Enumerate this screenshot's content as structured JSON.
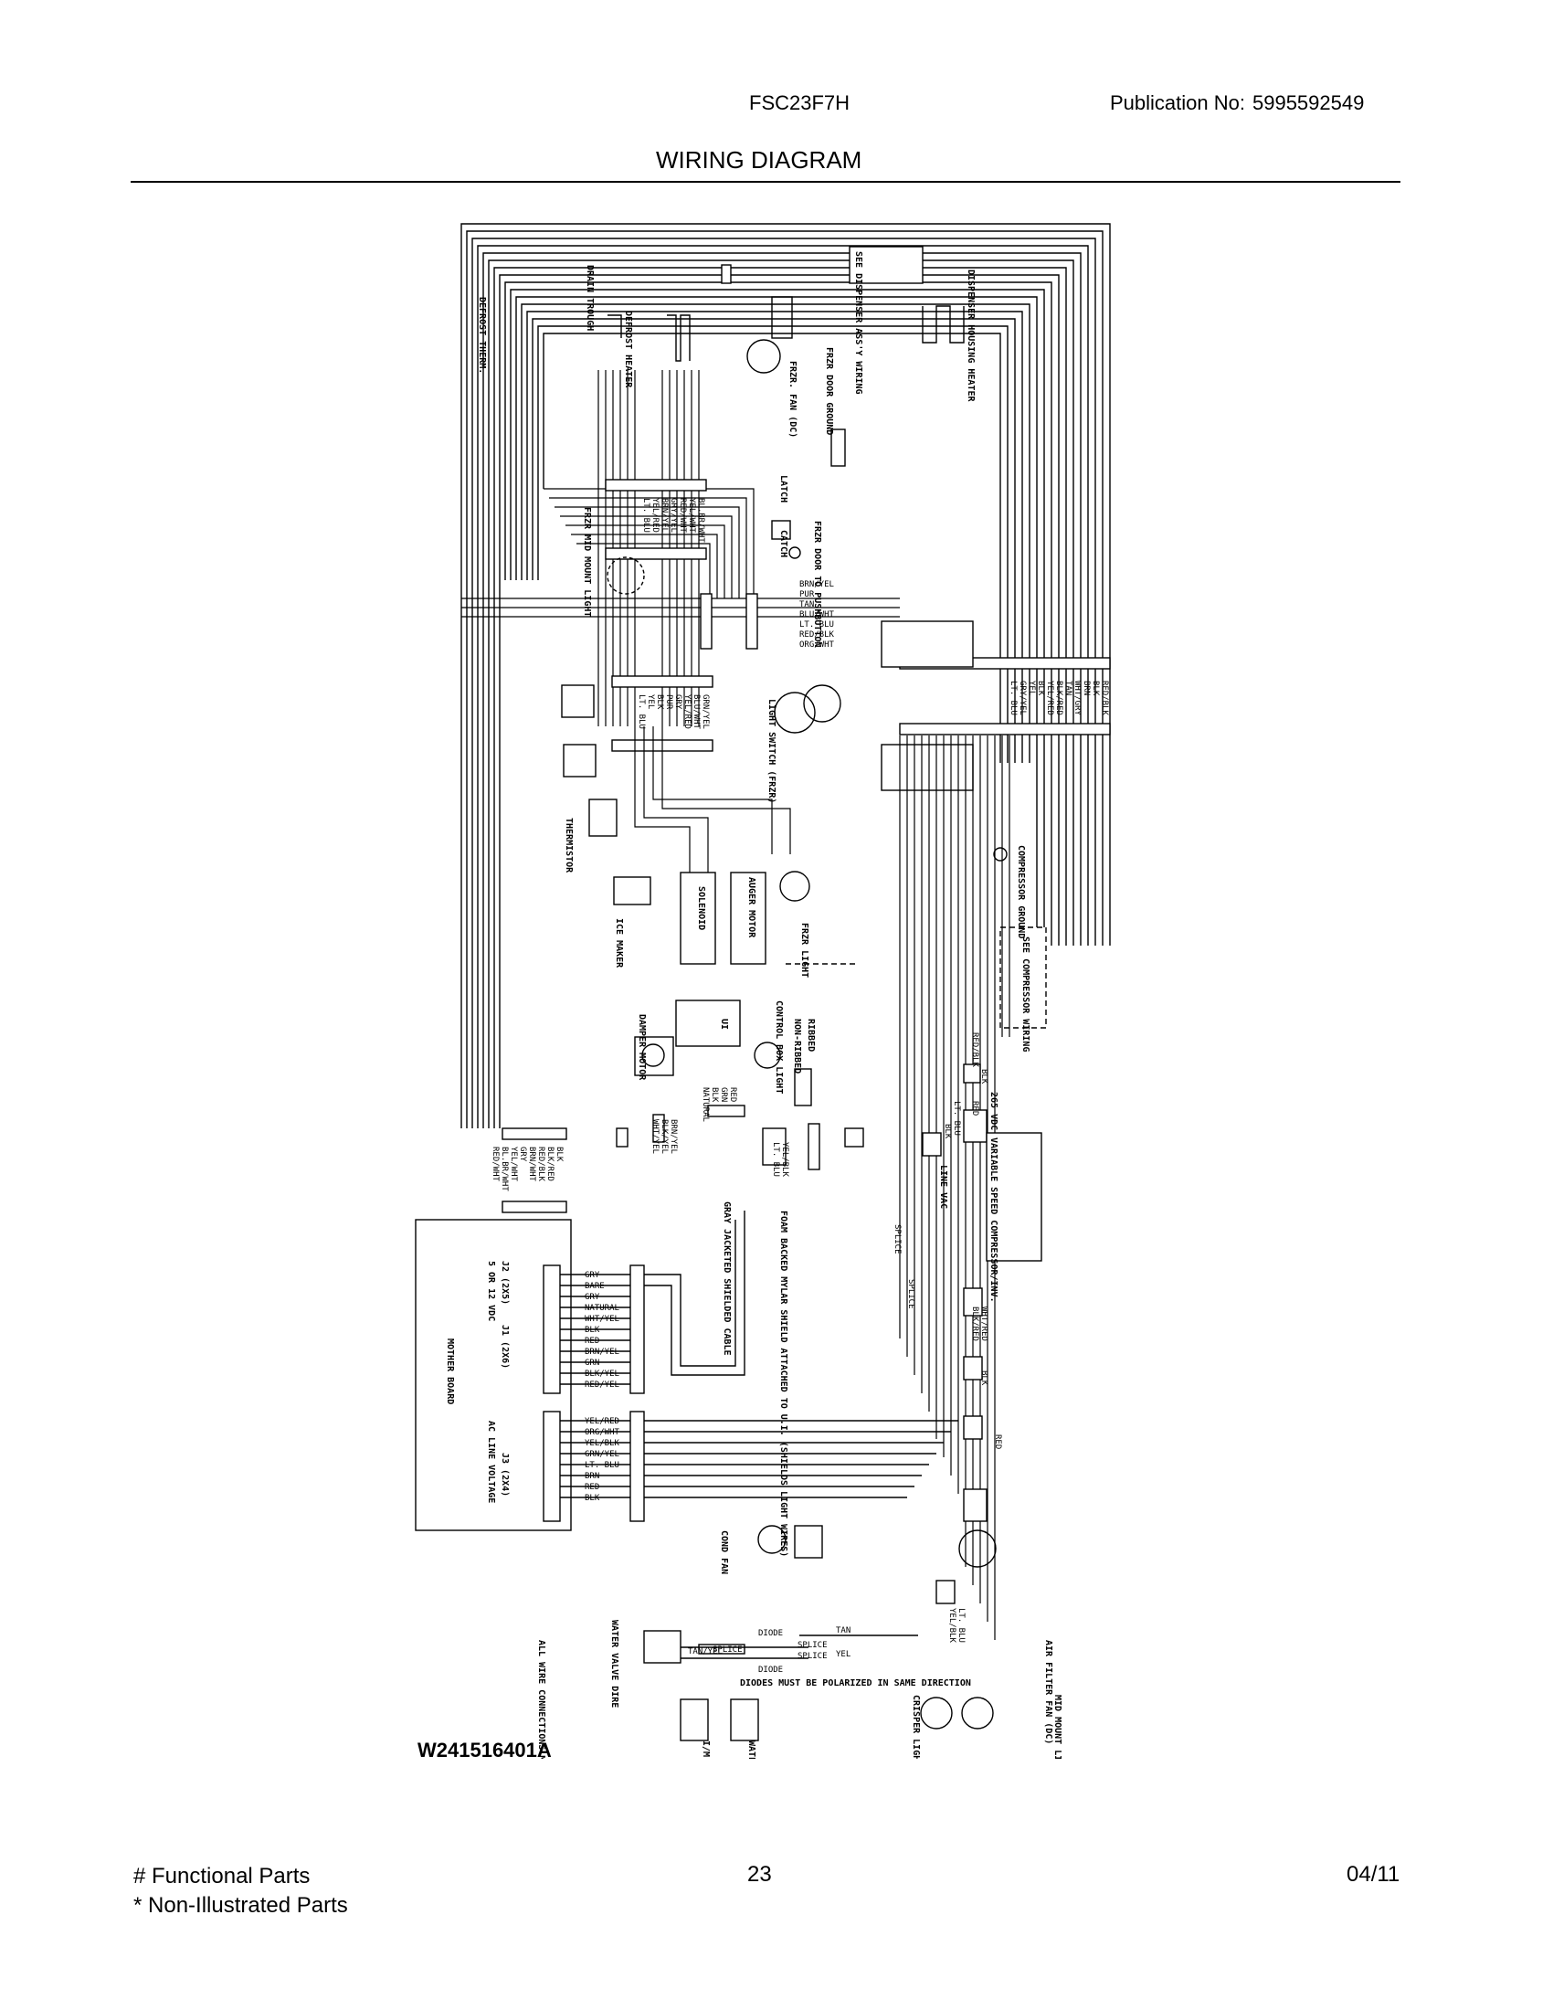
{
  "header": {
    "model": "FSC23F7H",
    "publication_label": "Publication No:",
    "publication_number": "5995592549",
    "title": "WIRING DIAGRAM"
  },
  "diagram": {
    "drawing_number": "W241516401A",
    "components": {
      "defrost_therm": "DEFROST THERM.",
      "drain_trough": "DRAIN TROUGH",
      "defrost_heater": "DEFROST HEATER",
      "frzr_fan": "FRZR. FAN (DC)",
      "dispenser_ref": "SEE DISPENSER ASS'Y WIRING",
      "dispenser_heater": "DISPENSER HOUSING HEATER",
      "frzr_door_ground": "FRZR DOOR GROUND",
      "frzr_mid_mount_light": "FRZR MID MOUNT LIGHT",
      "latch": "LATCH",
      "catch": "CATCH",
      "frzr_door_to_pushbutton": "FRZR DOOR TO PUSHBUTTON",
      "light_switch": "LIGHT SWITCH (FRZR)",
      "thermistor": "THERMISTOR",
      "ice_maker": "ICE MAKER",
      "solenoid": "SOLENOID",
      "auger_motor": "AUGER MOTOR",
      "frzr_light": "FRZR LIGHT",
      "compressor_ground": "COMPRESSOR GROUND",
      "compressor_ref": "SEE COMPRESSOR WIRING",
      "damper_motor": "DAMPER MOTOR",
      "ui": "UI",
      "control_box_light": "CONTROL BOX LIGHT",
      "non_ribbed": "NON-RIBBED",
      "ribbed": "RIBBED",
      "shield_note": "FOAM BACKED MYLAR SHIELD ATTACHED TO U.I. (SHIELDS LIGHT WIRES)",
      "gray_jacketed": "GRAY JACKETED SHIELDED CABLE",
      "variable_speed": "VARIABLE SPEED COMPRESSOR/INV.",
      "line_vac": "LINE VAC",
      "vdc_265": "265 VDC",
      "mother_board": "MOTHER BOARD",
      "j2_label": "J2 (2X5)",
      "j1_label": "J1 (2X6)",
      "j2_note": "5 OR 12 VDC",
      "j3_label": "J3 (2X4)",
      "ac_line": "AC LINE VOLTAGE",
      "cond_fan": "COND FAN",
      "water_valve_dire": "WATER VALVE DIRE",
      "diode": "DIODE",
      "diodes_note": "DIODES MUST BE POLARIZED IN SAME DIRECTION",
      "ih_valve": "I/M VALVE",
      "water_dispenser_valve": "WATER DISPENSER VALVE TWO",
      "air_filter_fan": "AIR FILTER FAN (DC)",
      "crisper_light": "CRISPER LIGHT",
      "mid_mount_light": "MID MOUNT LIGHT",
      "all_wire_note": "ALL WIRE CONNECTIONS MARKED BY A SYMBOL",
      "splice": "SPLICE"
    },
    "wire_colors_right_harness": [
      "RED/BLK",
      "BLK",
      "BRN",
      "WHT/GRY",
      "TAN",
      "BLK/RED",
      "YEL/RED",
      "BLK",
      "YEL",
      "GRY/YEL",
      "LT. BLU"
    ],
    "wire_colors_mid_harness": [
      "BRN/YEL",
      "PUR",
      "TAN",
      "BLU/WHT",
      "LT. BLU",
      "RED/BLK",
      "ORG/WHT"
    ],
    "wire_colors_upper_connector": [
      "BL.BR/WHT",
      "YEL/WHT",
      "RED/WHT",
      "GRY/YEL",
      "BRN/YEL",
      "YEL/RED",
      "LT. BLU"
    ],
    "wire_colors_lower_connector": [
      "GRN/YEL",
      "BLU/WHT",
      "YEL/RED",
      "GRY",
      "PUR",
      "BLK",
      "YEL",
      "LT. BLU"
    ],
    "wire_colors_left_harness": [
      "BLK",
      "BLK/RED",
      "RED/BLK",
      "BRN/WHT",
      "GRY",
      "YEL/WHT",
      "BL.BR/WHT",
      "RED/WHT"
    ],
    "wire_colors_j1": [
      "GRY",
      "BARE",
      "GRY",
      "NATURAL",
      "WHT/YEL",
      "BLK",
      "RED",
      "BRN/YEL",
      "GRN",
      "BLK/YEL",
      "RED/YEL"
    ],
    "wire_colors_j3": [
      "YEL/RED",
      "ORG/WHT",
      "YEL/BLK",
      "GRN/YEL",
      "LT. BLU",
      "BRN",
      "RED",
      "BLK"
    ],
    "wire_colors_ui": [
      "BRN/YEL",
      "BLK/YEL",
      "WHT/YEL"
    ],
    "wire_colors_control_box": [
      "RED",
      "GRN",
      "BLK",
      "NATURAL"
    ],
    "wire_colors_light": [
      "YEL/BLK",
      "LT. BLU"
    ],
    "wire_colors_compressor": [
      "RED/BLK",
      "BLK",
      "RED",
      "LT. BLU",
      "BLK"
    ],
    "wire_colors_right_lower": [
      "WHT/RED",
      "BLK/RED",
      "BLK",
      "RED",
      "LT. BLU",
      "YEL/BLK"
    ],
    "wire_colors_water": [
      "TAN/YEL",
      "TAN",
      "YEL"
    ]
  },
  "footer": {
    "functional_parts": "# Functional Parts",
    "non_illustrated": "* Non-Illustrated Parts",
    "page_number": "23",
    "date": "04/11"
  }
}
